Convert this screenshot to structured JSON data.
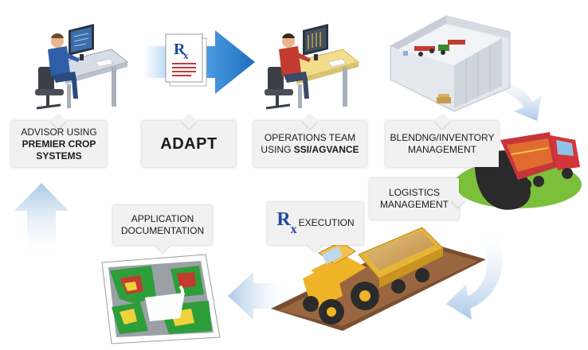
{
  "labels": {
    "advisor_line1": "ADVISOR USING",
    "advisor_line2": "PREMIER CROP",
    "advisor_line3": "SYSTEMS",
    "adapt": "ADAPT",
    "ops_line1": "OPERATIONS TEAM",
    "ops_line2_prefix": "USING ",
    "ops_line2_bold": "SSI/AGVANCE",
    "blending_line1": "BLENDNG/INVENTORY",
    "blending_line2": "MANAGEMENT",
    "logistics_line1": "LOGISTICS",
    "logistics_line2": "MANAGEMENT",
    "execution": "EXECUTION",
    "application_line1": "APPLICATION",
    "application_line2": "DOCUMENTATION"
  },
  "icons": {
    "rx_symbol": "R",
    "rx_sub": "x"
  },
  "colors": {
    "flow_arrow": "#a9c8e6",
    "rx_blue": "#1d4aa3",
    "big_arrow_blue": "#1b6fc0",
    "box_bg": "#f1f1f1"
  }
}
